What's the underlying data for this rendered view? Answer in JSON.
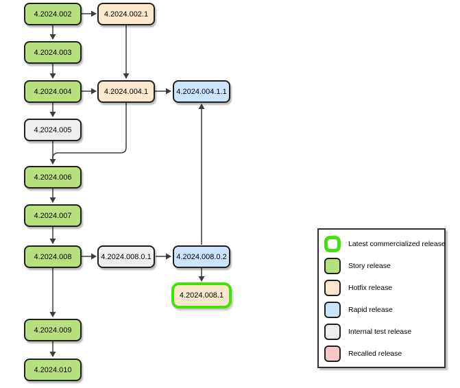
{
  "diagram": {
    "nodes": [
      {
        "id": "4-2024-002",
        "label": "4.2024.002",
        "type": "story"
      },
      {
        "id": "4-2024-002-1",
        "label": "4.2024.002.1",
        "type": "hotfix"
      },
      {
        "id": "4-2024-003",
        "label": "4.2024.003",
        "type": "story"
      },
      {
        "id": "4-2024-004",
        "label": "4.2024.004",
        "type": "story"
      },
      {
        "id": "4-2024-004-1",
        "label": "4.2024.004.1",
        "type": "hotfix"
      },
      {
        "id": "4-2024-004-1-1",
        "label": "4.2024.004.1.1",
        "type": "rapid"
      },
      {
        "id": "4-2024-005",
        "label": "4.2024.005",
        "type": "internal"
      },
      {
        "id": "4-2024-006",
        "label": "4.2024.006",
        "type": "story"
      },
      {
        "id": "4-2024-007",
        "label": "4.2024.007",
        "type": "story"
      },
      {
        "id": "4-2024-008",
        "label": "4.2024.008",
        "type": "story"
      },
      {
        "id": "4-2024-008-0-1",
        "label": "4.2024.008.0.1",
        "type": "internal"
      },
      {
        "id": "4-2024-008-0-2",
        "label": "4.2024.008.0.2",
        "type": "rapid"
      },
      {
        "id": "4-2024-008-1",
        "label": "4.2024.008.1",
        "type": "hotfix",
        "latest": true
      }
    ],
    "edges": [
      {
        "from": "4-2024-002",
        "to": "4-2024-002-1"
      },
      {
        "from": "4-2024-002",
        "to": "4-2024-003"
      },
      {
        "from": "4-2024-003",
        "to": "4-2024-004"
      },
      {
        "from": "4-2024-004",
        "to": "4-2024-004-1"
      },
      {
        "from": "4-2024-002-1",
        "to": "4-2024-004-1"
      },
      {
        "from": "4-2024-004-1",
        "to": "4-2024-004-1-1"
      },
      {
        "from": "4-2024-004",
        "to": "4-2024-005"
      },
      {
        "from": "4-2024-005",
        "to": "4-2024-006"
      },
      {
        "from": "4-2024-004-1",
        "to": "4-2024-006"
      },
      {
        "from": "4-2024-006",
        "to": "4-2024-007"
      },
      {
        "from": "4-2024-007",
        "to": "4-2024-008"
      },
      {
        "from": "4-2024-008",
        "to": "4-2024-008-0-1"
      },
      {
        "from": "4-2024-008-0-1",
        "to": "4-2024-008-0-2"
      },
      {
        "from": "4-2024-008-0-2",
        "to": "4-2024-004-1-1"
      },
      {
        "from": "4-2024-008-0-2",
        "to": "4-2024-008-1"
      },
      {
        "from": "4-2024-008",
        "to": "4-2024-009"
      },
      {
        "from": "4-2024-009",
        "to": "4-2024-010"
      }
    ]
  },
  "extra_nodes": [
    {
      "id": "4-2024-009",
      "label": "4.2024.009",
      "type": "story"
    },
    {
      "id": "4-2024-010",
      "label": "4.2024.010",
      "type": "story"
    }
  ],
  "legend": {
    "items": [
      {
        "label": "Latest commercialized release",
        "type": "latest"
      },
      {
        "label": "Story release",
        "type": "story"
      },
      {
        "label": "Hotfix release",
        "type": "hotfix"
      },
      {
        "label": "Rapid release",
        "type": "rapid"
      },
      {
        "label": "Internal test release",
        "type": "internal"
      },
      {
        "label": "Recalled release",
        "type": "recalled"
      }
    ]
  },
  "colors": {
    "story": "#b7e07e",
    "hotfix": "#fde7cd",
    "rapid": "#cce5ff",
    "internal": "#efefef",
    "recalled": "#f9c7c7",
    "latest_border": "#42e10c",
    "node_border": "#1f1f1f",
    "arrow": "#3c3c3c"
  }
}
